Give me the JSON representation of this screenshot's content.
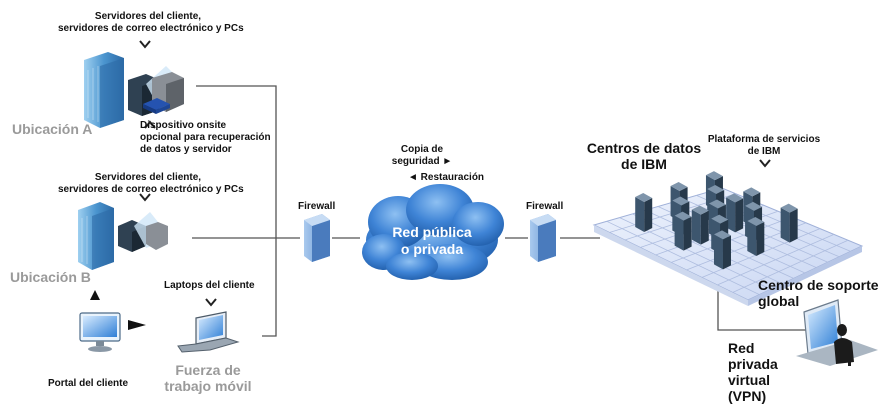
{
  "labels": {
    "site_a_servers": [
      "Servidores del cliente,",
      "servidores de correo electrónico y PCs"
    ],
    "site_a_name": "Ubicación A",
    "onsite_device": [
      "Dispositivo onsite",
      "opcional para recuperación",
      "de datos y servidor"
    ],
    "site_b_servers": [
      "Servidores del cliente,",
      "servidores de correo electrónico y PCs"
    ],
    "site_b_name": "Ubicación B",
    "laptops": "Laptops del cliente",
    "portal": "Portal del cliente",
    "mobile_workforce": [
      "Fuerza de",
      "trabajo móvil"
    ],
    "firewall_left": "Firewall",
    "firewall_right": "Firewall",
    "backup": [
      "Copia de",
      "seguridad ►"
    ],
    "restore": "◄ Restauración",
    "network": [
      "Red pública",
      "o privada"
    ],
    "datacenters": [
      "Centros de datos",
      "de IBM"
    ],
    "platform": [
      "Plataforma de servicios",
      "de IBM"
    ],
    "support": [
      "Centro de soporte",
      "global"
    ],
    "vpn": [
      "Red",
      "privada",
      "virtual",
      "(VPN)"
    ]
  },
  "colors": {
    "cloud": "#2c6fc4",
    "cloud_light": "#7fb0ea",
    "firewall": "#6fa0d8",
    "server_dark": "#334a5e",
    "building": "#5fa6d8",
    "grid": "#b9c6e8",
    "line": "#555555",
    "grey_label": "#9a9a9a"
  }
}
